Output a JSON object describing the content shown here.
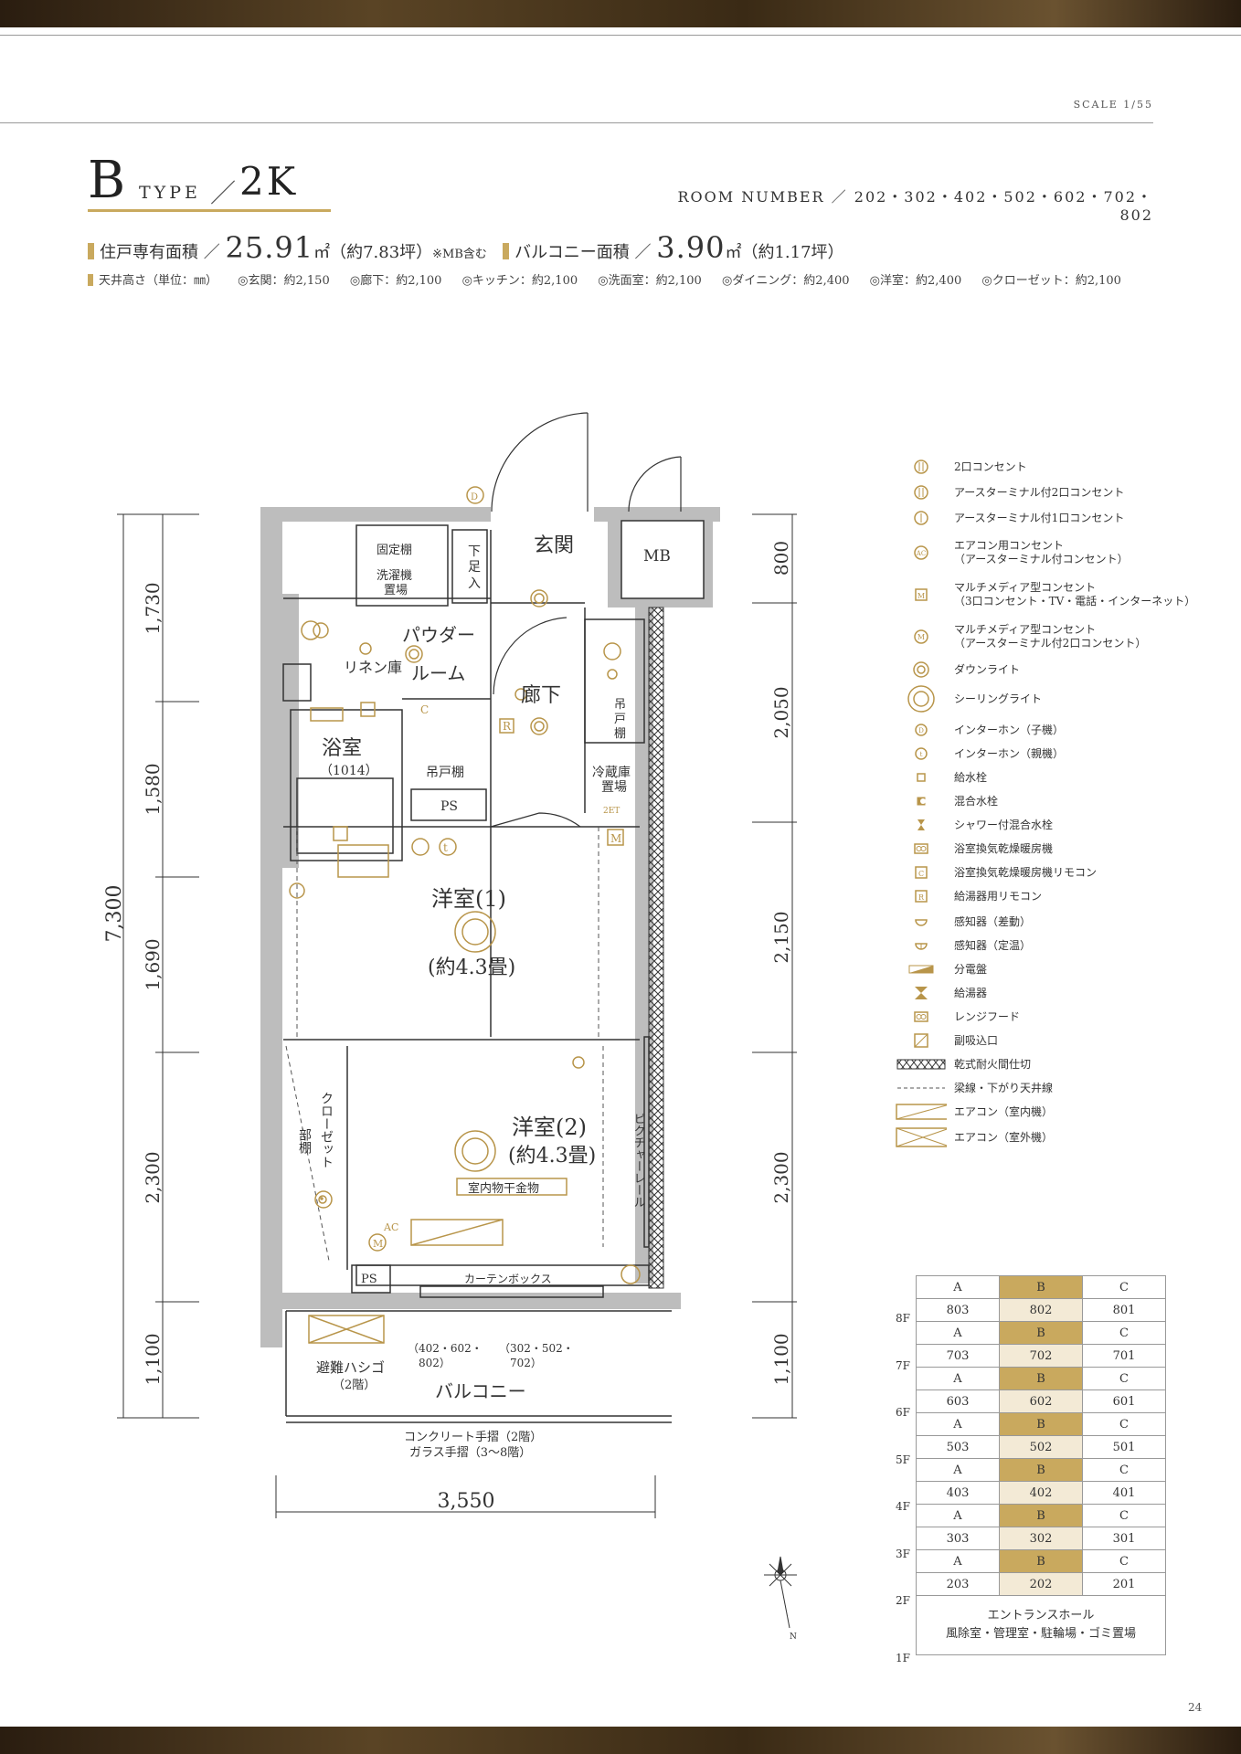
{
  "header": {
    "scale": "SCALE 1/55",
    "type_letter": "B",
    "type_word": "TYPE",
    "slash": "／",
    "layout": "2K",
    "room_number_label": "ROOM NUMBER ／ 202・302・402・502・602・702・802"
  },
  "area": {
    "private_label": "住戸専有面積 ／",
    "private_value": "25.91",
    "private_unit": "㎡（約7.83坪）",
    "private_note": "※MB含む",
    "balcony_label": "バルコニー面積 ／",
    "balcony_value": "3.90",
    "balcony_unit": "㎡（約1.17坪）"
  },
  "ceiling": {
    "label": "天井高さ（単位：㎜）",
    "items": [
      "◎玄関：約2,150",
      "◎廊下：約2,100",
      "◎キッチン：約2,100",
      "◎洗面室：約2,100",
      "◎ダイニング：約2,400",
      "◎洋室：約2,400",
      "◎クローゼット：約2,100"
    ]
  },
  "plan": {
    "labels": {
      "genkan": "玄関",
      "mb": "MB",
      "koteidana": "固定棚",
      "sentakuki1": "洗濯機",
      "sentakuki2": "置場",
      "shitabako1": "下",
      "shitabako2": "足",
      "shitabako3": "入",
      "powder1": "パウダー",
      "powder2": "ルーム",
      "linen": "リネン庫",
      "rouka": "廊下",
      "yokushitsu": "浴室",
      "yokushitsu_size": "（1014）",
      "tsuridana": "吊戸棚",
      "tsuridana2a": "吊",
      "tsuridana2b": "戸",
      "tsuridana2c": "棚",
      "reizouko1": "冷蔵庫",
      "reizouko2": "置場",
      "ps": "PS",
      "ps2": "PS",
      "youshitsu1": "洋室(1)",
      "youshitsu1_size": "(約4.3畳)",
      "youshitsu2": "洋室(2)",
      "youshitsu2_size": "(約4.3畳)",
      "closet": "クローゼット",
      "bubun": "部棚",
      "picture_rail": "ピクチャーレール",
      "heyaboshi": "室内物干金物",
      "curtain_box": "カーテンボックス",
      "hinan1": "避難ハシゴ",
      "hinan2": "（2階）",
      "balcony": "バルコニー",
      "unit1a": "（402・602・",
      "unit1b": "802）",
      "unit2a": "（302・502・",
      "unit2b": "702）",
      "tesuri1": "コンクリート手摺（2階）",
      "tesuri2": "ガラス手摺（3〜8階）",
      "d_marker": "D",
      "ac": "AC",
      "m": "M",
      "c": "C",
      "r": "R",
      "t": "t",
      "twoet": "2ET"
    },
    "dims": {
      "left_total": "7,300",
      "left_segments": [
        "1,730",
        "1,580",
        "1,690",
        "2,300",
        "1,100"
      ],
      "right_segments": [
        "800",
        "2,050",
        "2,150",
        "2,300",
        "1,100"
      ],
      "bottom": "3,550"
    }
  },
  "legend": [
    {
      "icon": "outlet-2-icon",
      "text": [
        "2口コンセント"
      ]
    },
    {
      "icon": "outlet-2-earth-icon",
      "text": [
        "アースターミナル付2口コンセント"
      ]
    },
    {
      "icon": "outlet-1-earth-icon",
      "text": [
        "アースターミナル付1口コンセント"
      ]
    },
    {
      "icon": "ac-outlet-icon",
      "text": [
        "エアコン用コンセント",
        "（アースターミナル付コンセント）"
      ]
    },
    {
      "icon": "multimedia-outlet-3-icon",
      "text": [
        "マルチメディア型コンセント",
        "（3口コンセント・TV・電話・インターネット）"
      ]
    },
    {
      "icon": "multimedia-outlet-2-icon",
      "text": [
        "マルチメディア型コンセント",
        "（アースターミナル付2口コンセント）"
      ]
    },
    {
      "icon": "downlight-icon",
      "text": [
        "ダウンライト"
      ]
    },
    {
      "icon": "ceiling-light-icon",
      "text": [
        "シーリングライト"
      ]
    },
    {
      "icon": "intercom-child-icon",
      "text": [
        "インターホン（子機）"
      ]
    },
    {
      "icon": "intercom-parent-icon",
      "text": [
        "インターホン（親機）"
      ]
    },
    {
      "icon": "water-faucet-icon",
      "text": [
        "給水栓"
      ]
    },
    {
      "icon": "mixing-faucet-icon",
      "text": [
        "混合水栓"
      ]
    },
    {
      "icon": "shower-faucet-icon",
      "text": [
        "シャワー付混合水栓"
      ]
    },
    {
      "icon": "bath-dryer-icon",
      "text": [
        "浴室換気乾燥暖房機"
      ]
    },
    {
      "icon": "bath-dryer-remote-icon",
      "text": [
        "浴室換気乾燥暖房機リモコン"
      ]
    },
    {
      "icon": "water-heater-remote-icon",
      "text": [
        "給湯器用リモコン"
      ]
    },
    {
      "icon": "sensor-rate-icon",
      "text": [
        "感知器（差動）"
      ]
    },
    {
      "icon": "sensor-fixed-icon",
      "text": [
        "感知器（定温）"
      ]
    },
    {
      "icon": "distribution-board-icon",
      "text": [
        "分電盤"
      ]
    },
    {
      "icon": "water-heater-icon",
      "text": [
        "給湯器"
      ]
    },
    {
      "icon": "range-hood-icon",
      "text": [
        "レンジフード"
      ]
    },
    {
      "icon": "air-intake-icon",
      "text": [
        "副吸込口"
      ]
    },
    {
      "icon": "fire-partition-icon",
      "text": [
        "乾式耐火間仕切"
      ]
    },
    {
      "icon": "beam-line-icon",
      "text": [
        "梁線・下がり天井線"
      ]
    },
    {
      "icon": "ac-indoor-icon",
      "text": [
        "エアコン（室内機）"
      ]
    },
    {
      "icon": "ac-outdoor-icon",
      "text": [
        "エアコン（室外機）"
      ]
    }
  ],
  "floor_table": {
    "rows": [
      {
        "floor": "8F",
        "cells": [
          "803",
          "802",
          "801"
        ]
      },
      {
        "floor": "7F",
        "cells": [
          "703",
          "702",
          "701"
        ]
      },
      {
        "floor": "6F",
        "cells": [
          "603",
          "602",
          "601"
        ]
      },
      {
        "floor": "5F",
        "cells": [
          "503",
          "502",
          "501"
        ]
      },
      {
        "floor": "4F",
        "cells": [
          "403",
          "402",
          "401"
        ]
      },
      {
        "floor": "3F",
        "cells": [
          "303",
          "302",
          "301"
        ]
      },
      {
        "floor": "2F",
        "cells": [
          "203",
          "202",
          "201"
        ]
      }
    ],
    "column_headers": [
      "A",
      "B",
      "C"
    ],
    "ground_floor": "1F",
    "ground_line1": "エントランスホール",
    "ground_line2": "風除室・管理室・駐輪場・ゴミ置場",
    "highlight_color": "#c9a95e",
    "highlight_light": "#f3ead6"
  },
  "compass": "N",
  "page_number": "24",
  "colors": {
    "gold": "#c9a95e",
    "wall": "#bdbdbd"
  }
}
